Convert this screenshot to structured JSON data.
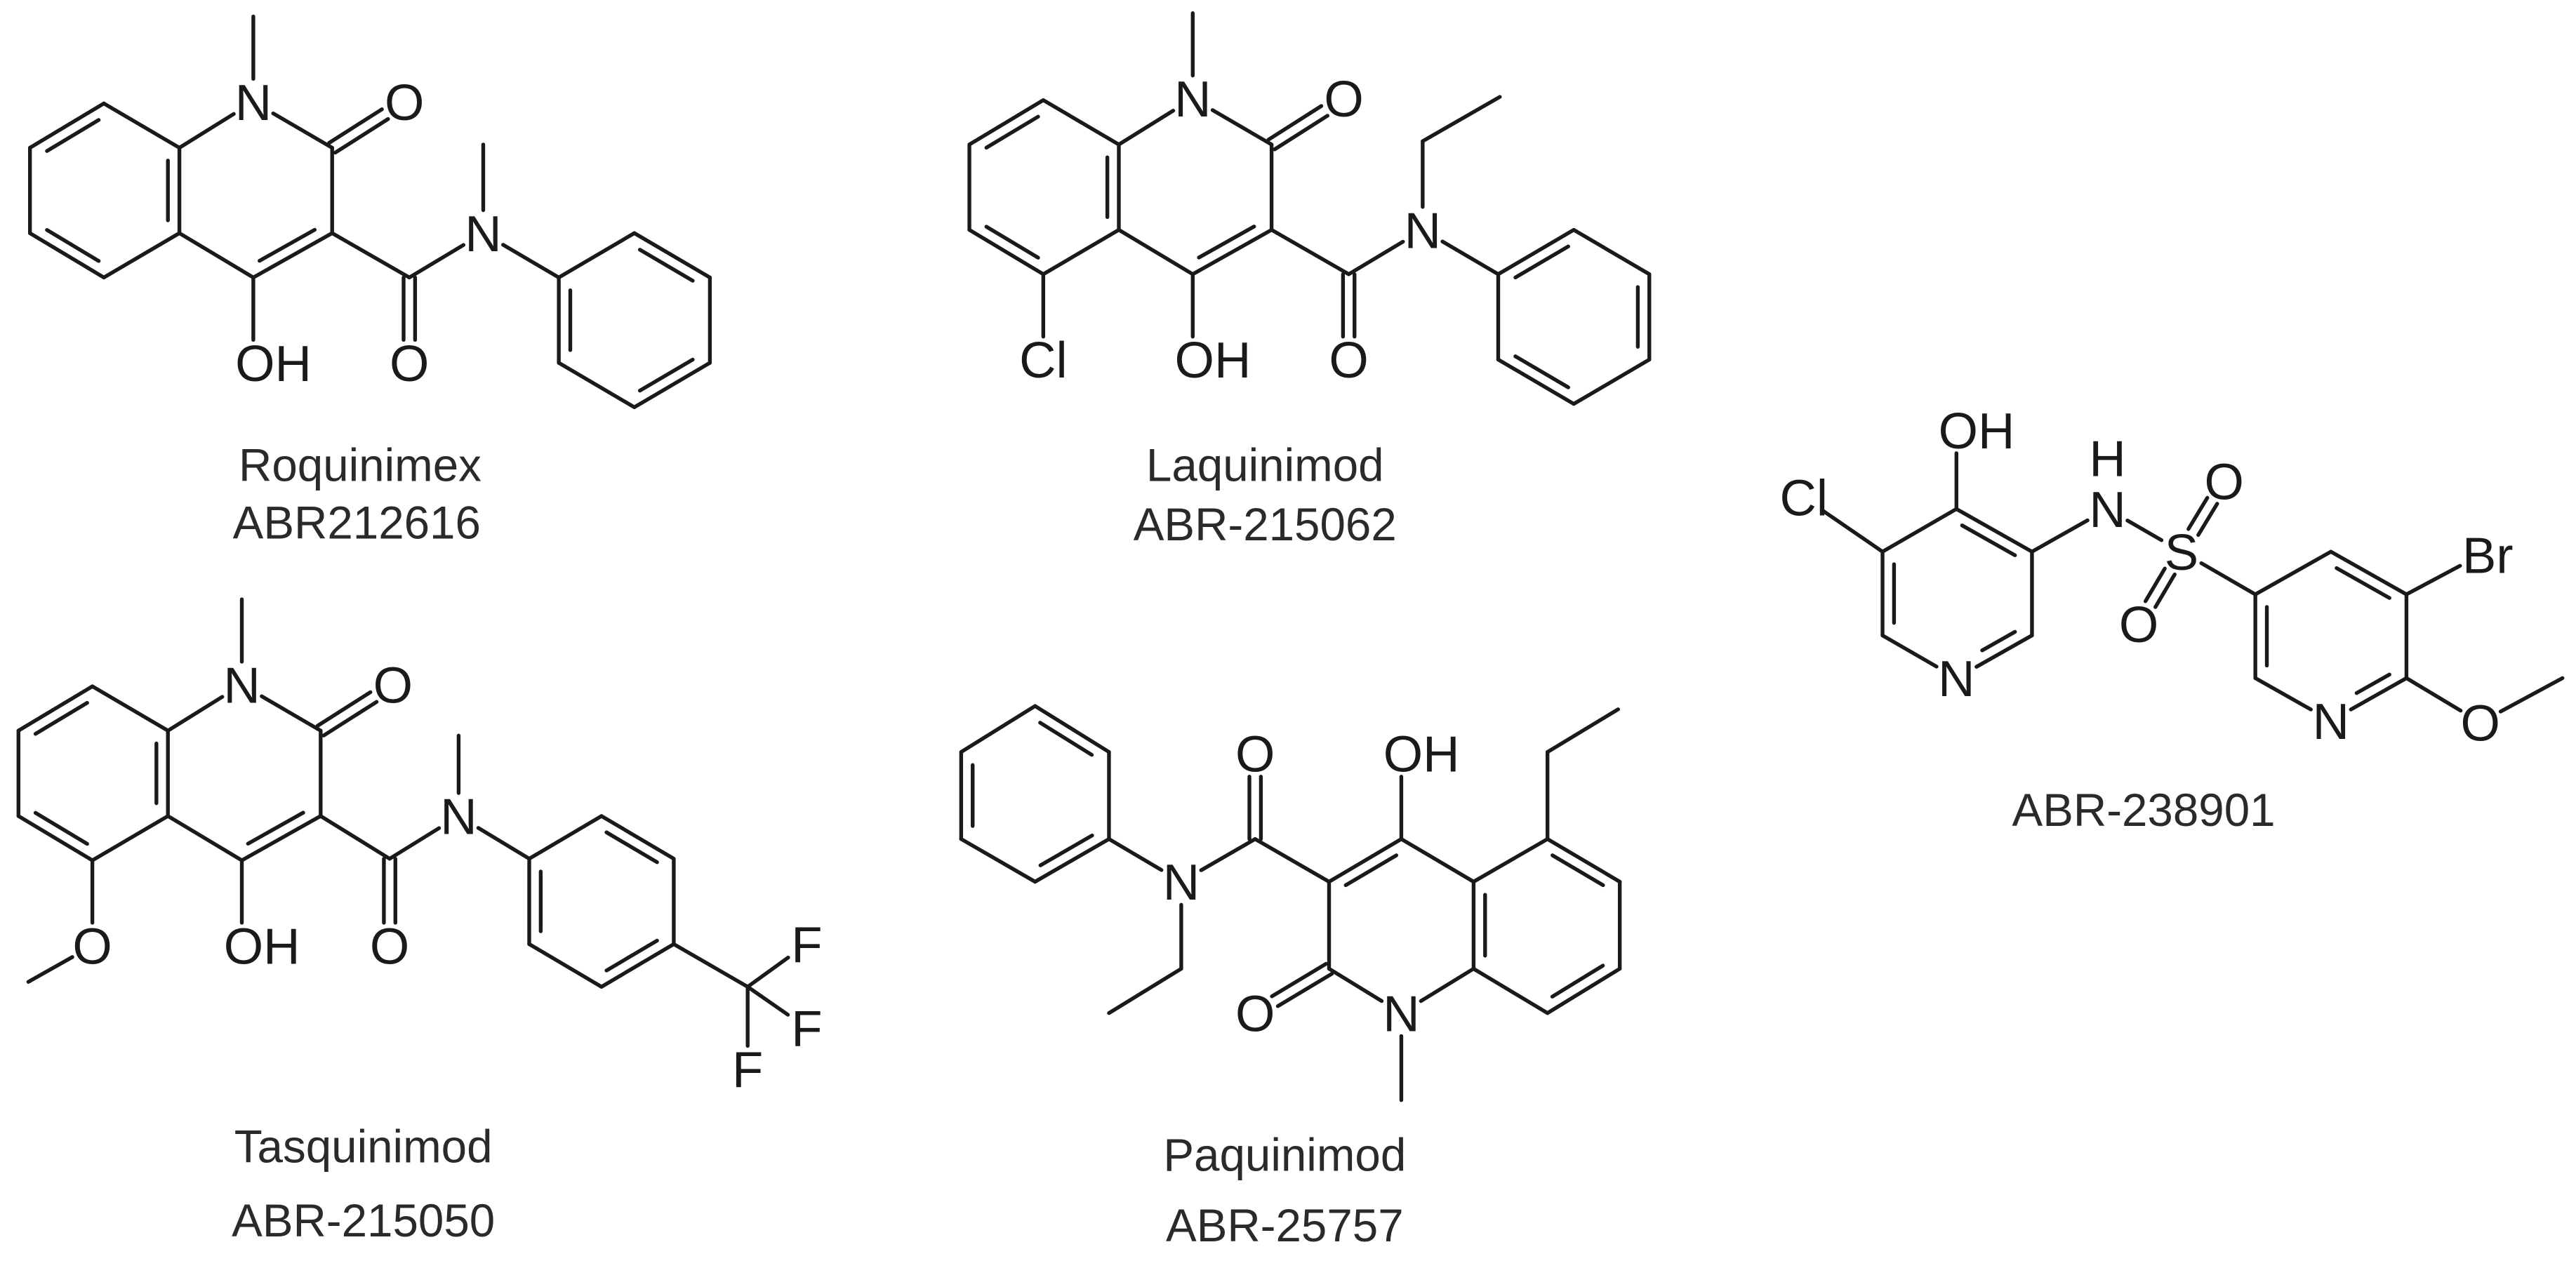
{
  "molecules": [
    {
      "name": "Roquinimex",
      "code": "ABR212616",
      "atom_labels": [
        "N",
        "O",
        "OH",
        "O",
        "N"
      ]
    },
    {
      "name": "Laquinimod",
      "code": "ABR-215062",
      "atom_labels": [
        "N",
        "O",
        "OH",
        "O",
        "N",
        "Cl"
      ]
    },
    {
      "name": "Tasquinimod",
      "code": "ABR-215050",
      "atom_labels": [
        "N",
        "O",
        "OH",
        "O",
        "N",
        "O",
        "F",
        "F",
        "F"
      ]
    },
    {
      "name": "Paquinimod",
      "code": "ABR-25757",
      "atom_labels": [
        "OH",
        "O",
        "O",
        "N",
        "N"
      ]
    },
    {
      "code": "ABR-238901",
      "atom_labels": [
        "OH",
        "N",
        "Cl",
        "N",
        "H",
        "S",
        "O",
        "O",
        "Br",
        "N",
        "O"
      ]
    }
  ]
}
